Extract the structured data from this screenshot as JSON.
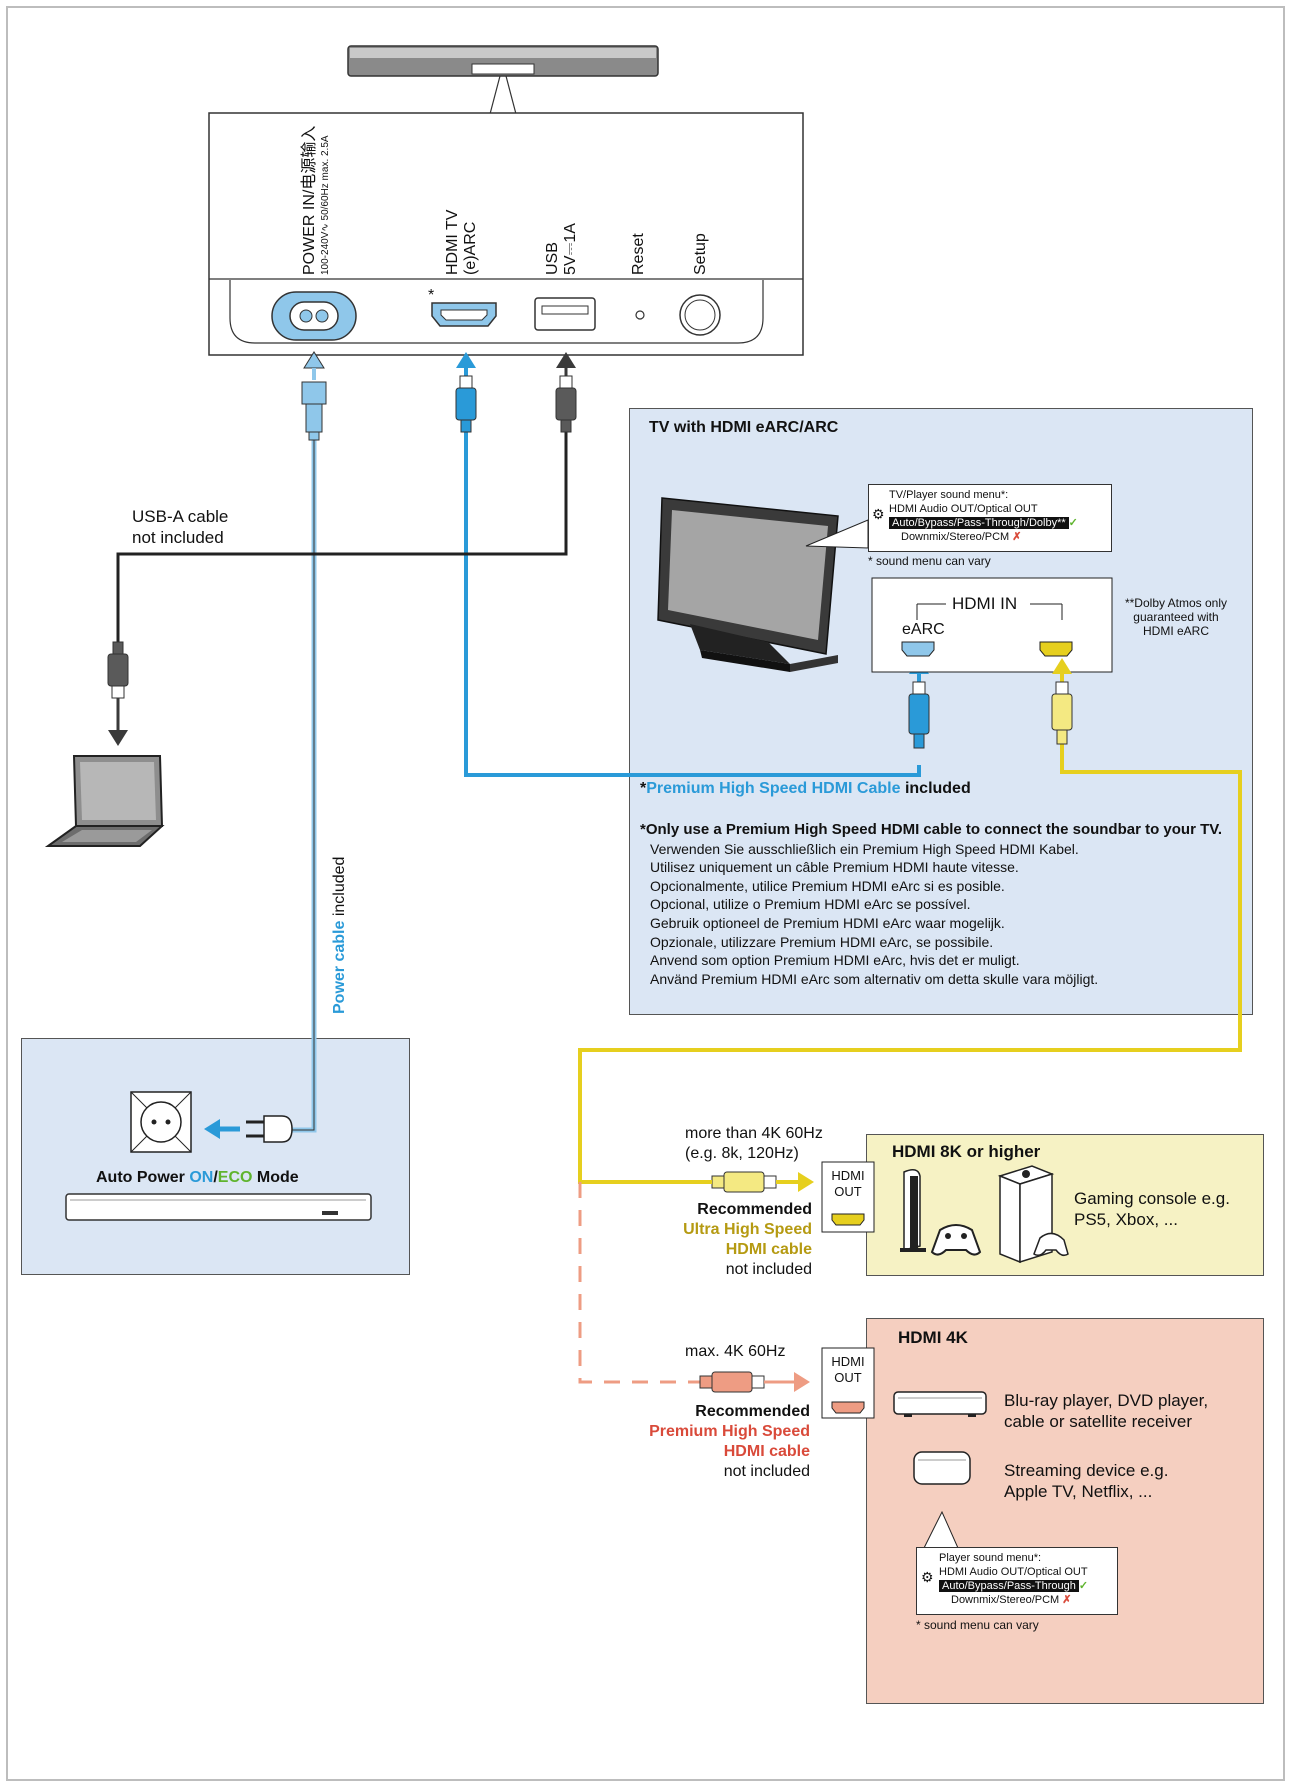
{
  "soundbar_ports": {
    "power_label": "POWER IN/电源输入",
    "power_spec": "100-240V∿ 50/60Hz max. 2.5A",
    "hdmi_label": "HDMI TV",
    "hdmi_sub": "(e)ARC",
    "usb_label": "USB",
    "usb_spec": "5V⎓1A",
    "reset_label": "Reset",
    "setup_label": "Setup",
    "hdmi_asterisk": "*"
  },
  "usb_cable": {
    "line1": "USB-A cable",
    "line2": "not included"
  },
  "power_cable": {
    "name": "Power cable",
    "suffix": " included"
  },
  "power_panel": {
    "prefix": "Auto Power ",
    "on": "ON",
    "slash": "/",
    "eco": "ECO",
    "suffix": " Mode"
  },
  "tv_panel": {
    "title": "TV with HDMI eARC/ARC",
    "menu": {
      "title": "TV/Player sound menu*:",
      "line1": "HDMI Audio OUT/Optical OUT",
      "highlight": "Auto/Bypass/Pass-Through/Dolby**",
      "bad": "Downmix/Stereo/PCM",
      "note": "* sound menu can vary"
    },
    "hdmi_in": "HDMI IN",
    "earc": "eARC",
    "dolby_note": [
      "**Dolby Atmos only",
      "guaranteed with",
      "HDMI eARC"
    ],
    "cable_asterisk": "*",
    "cable_name": "Premium High Speed HDMI Cable",
    "cable_suffix": " included",
    "notice_first": "Only use a Premium High Speed HDMI cable to connect the soundbar to your TV.",
    "notice_lines": [
      "Verwenden Sie ausschließlich ein Premium High Speed HDMI Kabel.",
      "Utilisez uniquement un câble Premium HDMI haute vitesse.",
      "Opcionalmente, utilice Premium HDMI eArc si es posible.",
      "Opcional, utilize o Premium HDMI eArc se possível.",
      "Gebruik optioneel de Premium HDMI eArc waar mogelijk.",
      "Opzionale, utilizzare Premium HDMI eArc, se possibile.",
      "Anvend som option Premium HDMI eArc, hvis det er muligt.",
      "Använd Premium HDMI eArc som alternativ om detta skulle vara möjligt."
    ]
  },
  "eightk": {
    "spec1": "more than 4K 60Hz",
    "spec2": "(e.g. 8k, 120Hz)",
    "rec": "Recommended",
    "cable1": "Ultra High Speed",
    "cable2": "HDMI cable",
    "not_included": "not included",
    "out_label1": "HDMI",
    "out_label2": "OUT",
    "panel_title": "HDMI 8K or higher",
    "device1": "Gaming console e.g.",
    "device2": "PS5, Xbox, ..."
  },
  "fourk": {
    "spec": "max. 4K 60Hz",
    "rec": "Recommended",
    "cable1": "Premium High Speed",
    "cable2": "HDMI cable",
    "not_included": "not included",
    "out_label1": "HDMI",
    "out_label2": "OUT",
    "panel_title": "HDMI 4K",
    "bluray1": "Blu-ray player, DVD player,",
    "bluray2": "cable or satellite receiver",
    "stream1": "Streaming device e.g.",
    "stream2": "Apple TV, Netflix, ...",
    "menu": {
      "title": "Player sound menu*:",
      "line1": "HDMI Audio OUT/Optical OUT",
      "highlight": "Auto/Bypass/Pass-Through",
      "bad": "Downmix/Stereo/PCM",
      "note": "* sound menu can vary"
    }
  },
  "colors": {
    "blue_cable": "#2a9ad8",
    "dark_cable": "#3a3a3a",
    "yellow_cable": "#e6cf1e",
    "salmon_cable": "#ee9c83",
    "panel_blue": "#dbe6f4",
    "panel_yellow": "#f6f2c4",
    "panel_salmon": "#f5cfc0"
  }
}
